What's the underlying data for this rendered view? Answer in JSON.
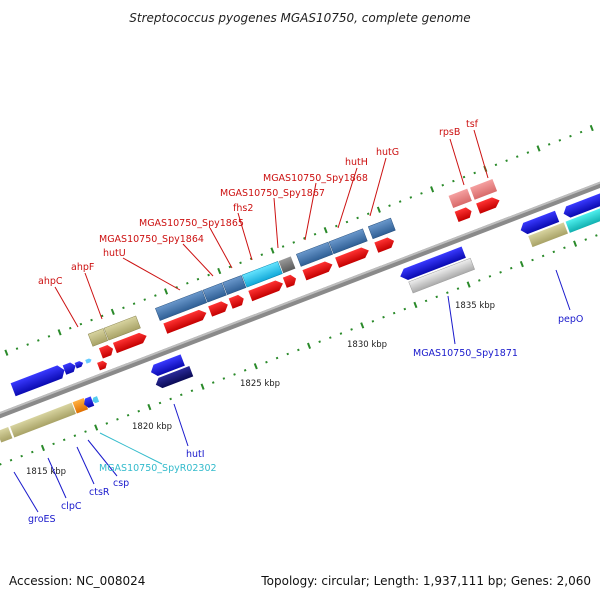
{
  "title": "Streptococcus pyogenes MGAS10750, complete genome",
  "footer": {
    "accession": "Accession: NC_008024",
    "topology": "Topology: circular; Length: 1,937,111 bp; Genes: 2,060"
  },
  "colors": {
    "backbone": "#8a8a8a",
    "red_label": "#cc1111",
    "blue_label": "#1a1acc",
    "cyan_label": "#33bbcc",
    "tick_green": "#2a8a2a"
  },
  "scale_labels": [
    "1815 kbp",
    "1820 kbp",
    "1825 kbp",
    "1830 kbp",
    "1835 kbp"
  ],
  "gene_labels_top": [
    "ahpC",
    "ahpF",
    "hutU",
    "MGAS10750_Spy1864",
    "MGAS10750_Spy1865",
    "fhs2",
    "MGAS10750_Spy1867",
    "MGAS10750_Spy1868",
    "hutH",
    "hutG",
    "rpsB",
    "tsf"
  ],
  "gene_labels_bottom": [
    "groES",
    "clpC",
    "ctsR",
    "csp",
    "MGAS10750_SpyR02302",
    "hutI",
    "MGAS10750_Spy1871",
    "pepO"
  ]
}
